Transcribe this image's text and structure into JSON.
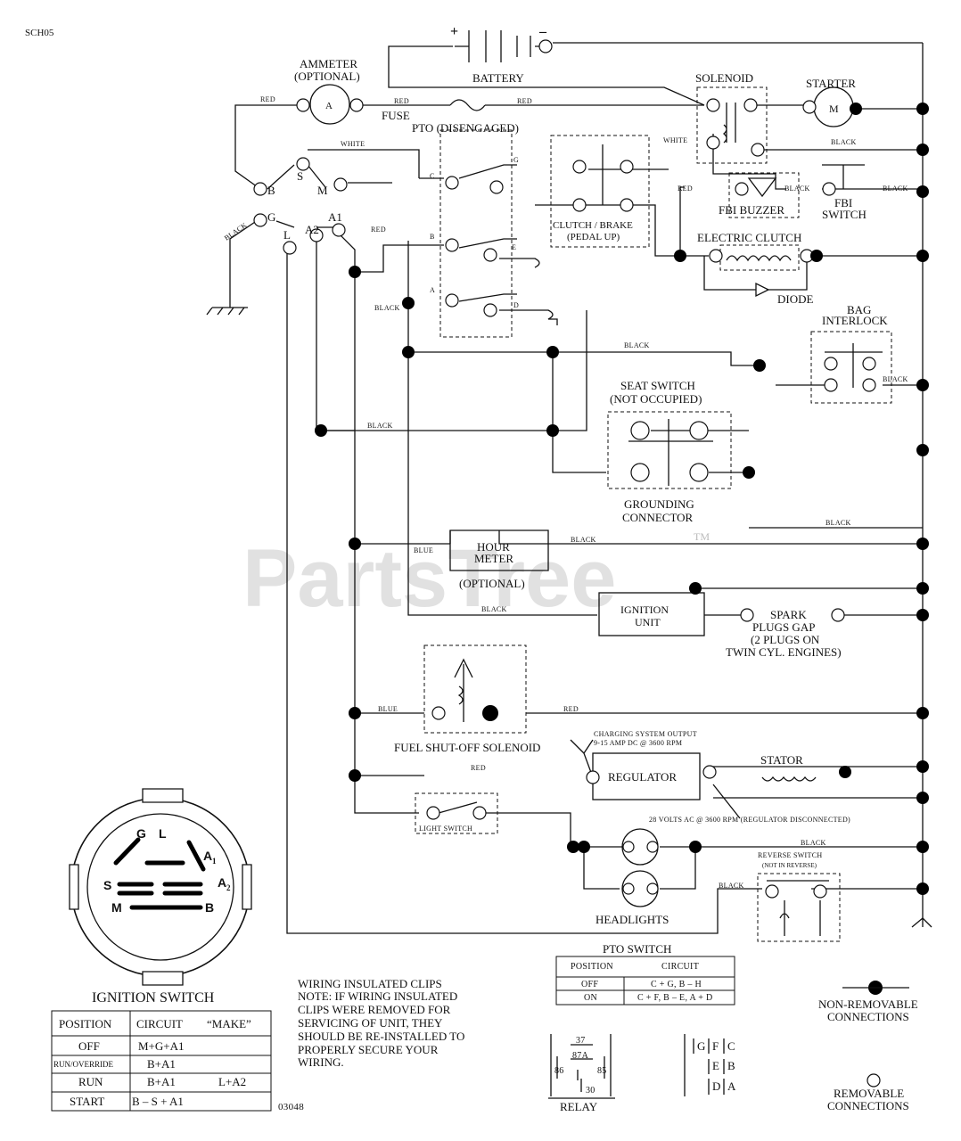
{
  "page_code": "SCH05",
  "drawing_number": "03048",
  "watermark": {
    "text": "PartsTree",
    "tm": "TM"
  },
  "components": {
    "battery": "BATTERY",
    "battery_plus": "+",
    "battery_minus": "–",
    "ammeter": [
      "AMMETER",
      "(OPTIONAL)"
    ],
    "ammeter_symbol": "A",
    "fuse": "FUSE",
    "solenoid": "SOLENOID",
    "starter": "STARTER",
    "starter_symbol": "M",
    "pto": "PTO (DISENGAGED)",
    "fbi_buzzer": "FBI BUZZER",
    "fbi_switch": [
      "FBI",
      "SWITCH"
    ],
    "clutch_brake": [
      "CLUTCH / BRAKE",
      "(PEDAL UP)"
    ],
    "electric_clutch": "ELECTRIC CLUTCH",
    "diode": "DIODE",
    "bag_interlock": [
      "BAG",
      "INTERLOCK"
    ],
    "seat_switch": [
      "SEAT SWITCH",
      "(NOT OCCUPIED)"
    ],
    "grounding_connector": [
      "GROUNDING",
      "CONNECTOR"
    ],
    "hour_meter": [
      "HOUR",
      "METER",
      "(OPTIONAL)"
    ],
    "ignition_unit": [
      "IGNITION",
      "UNIT"
    ],
    "spark_plugs": [
      "SPARK",
      "PLUGS GAP",
      "(2 PLUGS ON",
      "TWIN CYL. ENGINES)"
    ],
    "fuel_solenoid": "FUEL SHUT-OFF SOLENOID",
    "charging_output": [
      "CHARGING SYSTEM OUTPUT",
      "9-15 AMP DC @ 3600 RPM"
    ],
    "regulator": "REGULATOR",
    "stator": "STATOR",
    "ac_note": "28 VOLTS AC @ 3600 RPM (REGULATOR DISCONNECTED)",
    "light_switch": "LIGHT SWITCH",
    "headlights": "HEADLIGHTS",
    "reverse_switch": [
      "REVERSE SWITCH",
      "(NOT IN REVERSE)"
    ],
    "ignition_switch": "IGNITION SWITCH",
    "relay": "RELAY"
  },
  "terminals": {
    "ign_b": "B",
    "ign_s": "S",
    "ign_m": "M",
    "ign_g": "G",
    "ign_l": "L",
    "ign_a2": "A2",
    "ign_a1": "A1",
    "pto_c": "C",
    "pto_g": "G",
    "pto_b": "B",
    "pto_e": "E",
    "pto_a": "A",
    "pto_d": "D"
  },
  "wire_colors": {
    "red": "RED",
    "white": "WHITE",
    "black": "BLACK",
    "blue": "BLUE"
  },
  "ignition_face": {
    "g": "G",
    "l": "L",
    "a1": "A",
    "a1_sub": "1",
    "s": "S",
    "a2": "A",
    "a2_sub": "2",
    "m": "M",
    "b": "B"
  },
  "ignition_table": {
    "headers": [
      "POSITION",
      "CIRCUIT",
      "“MAKE”"
    ],
    "rows": [
      {
        "position": "OFF",
        "circuit": "M+G+A1",
        "make": ""
      },
      {
        "position": "RUN/OVERRIDE",
        "circuit": "B+A1",
        "make": ""
      },
      {
        "position": "RUN",
        "circuit": "B+A1",
        "make": "L+A2"
      },
      {
        "position": "START",
        "circuit": "B – S + A1",
        "make": ""
      }
    ]
  },
  "pto_table": {
    "title": "PTO SWITCH",
    "headers": [
      "POSITION",
      "CIRCUIT"
    ],
    "rows": [
      {
        "position": "OFF",
        "circuit": "C + G, B – H"
      },
      {
        "position": "ON",
        "circuit": "C + F, B – E, A + D"
      }
    ]
  },
  "note": [
    "WIRING INSULATED CLIPS",
    "NOTE: IF WIRING INSULATED",
    "CLIPS WERE REMOVED FOR",
    "SERVICING OF UNIT, THEY",
    "SHOULD BE RE-INSTALLED TO",
    "PROPERLY SECURE YOUR",
    "WIRING."
  ],
  "relay_pins": {
    "p37": "37",
    "p87a": "87A",
    "p86": "86",
    "p85": "85",
    "p30": "30"
  },
  "switch_grid": [
    "G",
    "F",
    "C",
    "E",
    "B",
    "D",
    "A"
  ],
  "legend": {
    "non_removable": [
      "NON-REMOVABLE",
      "CONNECTIONS"
    ],
    "removable": [
      "REMOVABLE",
      "CONNECTIONS"
    ]
  }
}
